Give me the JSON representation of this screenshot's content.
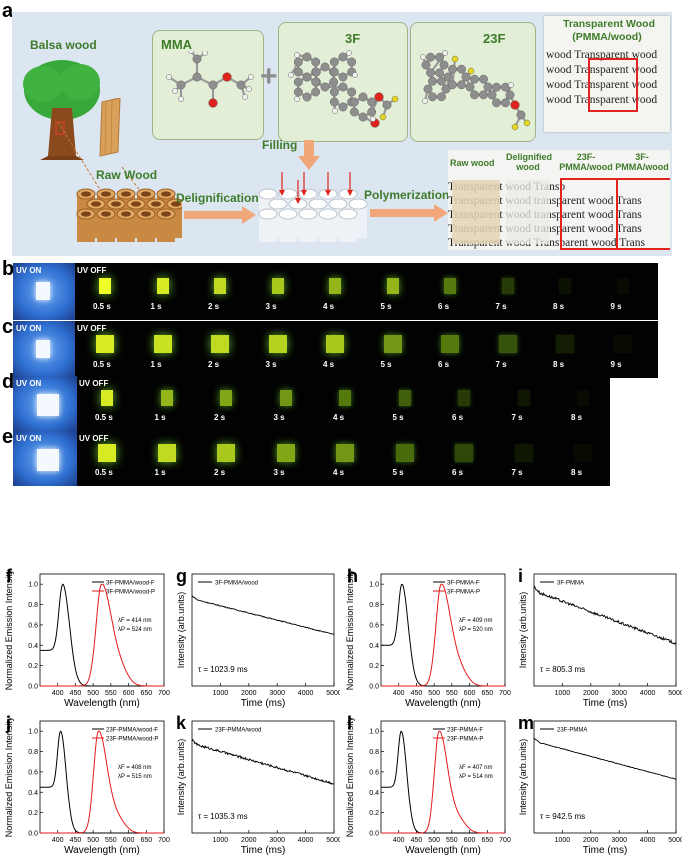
{
  "panel_a": {
    "label": "a",
    "balsa_wood": "Balsa wood",
    "raw_wood": "Raw Wood",
    "mma": "MMA",
    "mol_3f": "3F",
    "mol_23f": "23F",
    "plus": "+",
    "transparent_wood_title": "Transparent Wood",
    "transparent_wood_sub": "(PMMA/wood)",
    "transparent_lines": [
      "wood Transparent wood",
      "wood Transparent wood",
      "wood Transparent wood",
      "wood Transparent wood"
    ],
    "filling": "Filling",
    "delignification": "Delignification",
    "polymerization": "Polymerization",
    "sample_headers": [
      "Raw wood",
      "Delignified wood",
      "23F-PMMA/wood",
      "3F-PMMA/wood"
    ],
    "sample_lines": [
      "Transparent wood Transp",
      "Transparent wood transparent wood Trans",
      "Transparent wood transparent wood Trans",
      "Transparent wood transparent wood Trans",
      "Transparent wood Transparent wood Trans"
    ]
  },
  "photo_rows": [
    {
      "label": "b",
      "uv_on": "UV ON",
      "uv_off": "UV OFF",
      "times": [
        "0.5 s",
        "1 s",
        "2 s",
        "3 s",
        "4 s",
        "5 s",
        "6 s",
        "7 s",
        "8 s",
        "9 s"
      ],
      "brightness": [
        1.0,
        0.95,
        0.9,
        0.85,
        0.8,
        0.8,
        0.6,
        0.35,
        0.12,
        0.03
      ]
    },
    {
      "label": "c",
      "uv_on": "UV ON",
      "uv_off": "UV OFF",
      "times": [
        "0.5 s",
        "1 s",
        "2 s",
        "3 s",
        "4 s",
        "5 s",
        "6 s",
        "7 s",
        "8 s",
        "9 s"
      ],
      "brightness": [
        0.95,
        0.92,
        0.9,
        0.88,
        0.85,
        0.7,
        0.6,
        0.45,
        0.2,
        0.05
      ]
    },
    {
      "label": "d",
      "uv_on": "UV ON",
      "uv_off": "UV OFF",
      "times": [
        "0.5 s",
        "1 s",
        "2 s",
        "3 s",
        "4 s",
        "5 s",
        "6 s",
        "7 s",
        "8 s"
      ],
      "brightness": [
        0.95,
        0.8,
        0.75,
        0.7,
        0.6,
        0.5,
        0.35,
        0.15,
        0.05
      ]
    },
    {
      "label": "e",
      "uv_on": "UV ON",
      "uv_off": "UV OFF",
      "times": [
        "0.5 s",
        "1 s",
        "2 s",
        "3 s",
        "4 s",
        "5 s",
        "6 s",
        "7 s",
        "8 s"
      ],
      "brightness": [
        0.95,
        0.9,
        0.85,
        0.75,
        0.7,
        0.55,
        0.4,
        0.15,
        0.05
      ]
    }
  ],
  "colors": {
    "fluor": "#000000",
    "phos": "#e21a1a",
    "glow": "#8cff3a",
    "bg_a": "#dbe6f1"
  },
  "chart_data": [
    {
      "label": "f",
      "type": "line",
      "ylabel": "Normalized Emission Intensity",
      "xlabel": "Wavelength (nm)",
      "xlim": [
        350,
        700
      ],
      "ylim": [
        0,
        1.1
      ],
      "xticks": [
        400,
        450,
        500,
        550,
        600,
        650,
        700
      ],
      "yticks": [
        0.0,
        0.2,
        0.4,
        0.6,
        0.8,
        1.0
      ],
      "legend": [
        "3F-PMMA/wood-F",
        "3F-PMMA/wood-P"
      ],
      "annot": [
        "λF = 414 nm",
        "λP = 524 nm"
      ],
      "series": [
        {
          "name": "3F-PMMA/wood-F",
          "peak": 414,
          "sigma": 27,
          "start": 0.35
        },
        {
          "name": "3F-PMMA/wood-P",
          "peak": 524,
          "sigma": 40,
          "start": 0.0
        }
      ]
    },
    {
      "label": "g",
      "type": "line",
      "ylabel": "Intensity (arb.units)",
      "xlabel": "Time (ms)",
      "xlim": [
        0,
        5000
      ],
      "xticks": [
        1000,
        2000,
        3000,
        4000,
        5000
      ],
      "legend": [
        "3F-PMMA/wood"
      ],
      "annot": [
        "τ = 1023.9 ms"
      ],
      "series": [
        {
          "name": "3F-PMMA/wood",
          "y0": 0.78,
          "y1": 0.46,
          "noise": 0.004
        }
      ]
    },
    {
      "label": "h",
      "type": "line",
      "ylabel": "Normalized Emission Intensity",
      "xlabel": "Wavelength (nm)",
      "xlim": [
        350,
        700
      ],
      "ylim": [
        0,
        1.1
      ],
      "xticks": [
        400,
        450,
        500,
        550,
        600,
        650,
        700
      ],
      "yticks": [
        0.0,
        0.2,
        0.4,
        0.6,
        0.8,
        1.0
      ],
      "legend": [
        "3F-PMMA-F",
        "3F-PMMA-P"
      ],
      "annot": [
        "λF = 409 nm",
        "λP = 520 nm"
      ],
      "series": [
        {
          "name": "3F-PMMA-F",
          "peak": 409,
          "sigma": 25,
          "start": 0.4
        },
        {
          "name": "3F-PMMA-P",
          "peak": 520,
          "sigma": 38,
          "start": 0.0
        }
      ]
    },
    {
      "label": "i",
      "type": "line",
      "ylabel": "Intensity (arb.units)",
      "xlabel": "Time (ms)",
      "xlim": [
        0,
        5000
      ],
      "xticks": [
        1000,
        2000,
        3000,
        4000,
        5000
      ],
      "legend": [
        "3F-PMMA"
      ],
      "annot": [
        "τ = 805.3 ms"
      ],
      "series": [
        {
          "name": "3F-PMMA",
          "y0": 0.85,
          "y1": 0.38,
          "noise": 0.012
        }
      ]
    },
    {
      "label": "j",
      "type": "line",
      "ylabel": "Normalized Emission Intensity",
      "xlabel": "Wavelength (nm)",
      "xlim": [
        350,
        700
      ],
      "ylim": [
        0,
        1.1
      ],
      "xticks": [
        400,
        450,
        500,
        550,
        600,
        650,
        700
      ],
      "yticks": [
        0.0,
        0.2,
        0.4,
        0.6,
        0.8,
        1.0
      ],
      "legend": [
        "23F-PMMA/wood-F",
        "23F-PMMA/wood-P"
      ],
      "annot": [
        "λF = 408 nm",
        "λP = 515 nm"
      ],
      "series": [
        {
          "name": "23F-PMMA/wood-F",
          "peak": 408,
          "sigma": 22,
          "start": 0.45
        },
        {
          "name": "23F-PMMA/wood-P",
          "peak": 515,
          "sigma": 35,
          "start": 0.0
        }
      ]
    },
    {
      "label": "k",
      "type": "line",
      "ylabel": "Intensity (arb.units)",
      "xlabel": "Time (ms)",
      "xlim": [
        0,
        5000
      ],
      "xticks": [
        1000,
        2000,
        3000,
        4000,
        5000
      ],
      "legend": [
        "23F-PMMA/wood"
      ],
      "annot": [
        "τ = 1035.3 ms"
      ],
      "series": [
        {
          "name": "23F-PMMA/wood",
          "y0": 0.8,
          "y1": 0.44,
          "noise": 0.01
        }
      ]
    },
    {
      "label": "l",
      "type": "line",
      "ylabel": "Normalized Emission Intensity",
      "xlabel": "Wavelength (nm)",
      "xlim": [
        350,
        700
      ],
      "ylim": [
        0,
        1.1
      ],
      "xticks": [
        400,
        450,
        500,
        550,
        600,
        650,
        700
      ],
      "yticks": [
        0.0,
        0.2,
        0.4,
        0.6,
        0.8,
        1.0
      ],
      "legend": [
        "23F-PMMA-F",
        "23F-PMMA-P"
      ],
      "annot": [
        "λF = 407 nm",
        "λP = 514 nm"
      ],
      "series": [
        {
          "name": "23F-PMMA-F",
          "peak": 407,
          "sigma": 22,
          "start": 0.45
        },
        {
          "name": "23F-PMMA-P",
          "peak": 514,
          "sigma": 34,
          "start": 0.0
        }
      ]
    },
    {
      "label": "m",
      "type": "line",
      "ylabel": "Intensity (arb.units)",
      "xlabel": "Time (ms)",
      "xlim": [
        0,
        5000
      ],
      "xticks": [
        1000,
        2000,
        3000,
        4000,
        5000
      ],
      "legend": [
        "23F-PMMA"
      ],
      "annot": [
        "τ = 942.5 ms"
      ],
      "series": [
        {
          "name": "23F-PMMA",
          "y0": 0.82,
          "y1": 0.48,
          "noise": 0.003
        }
      ]
    }
  ]
}
